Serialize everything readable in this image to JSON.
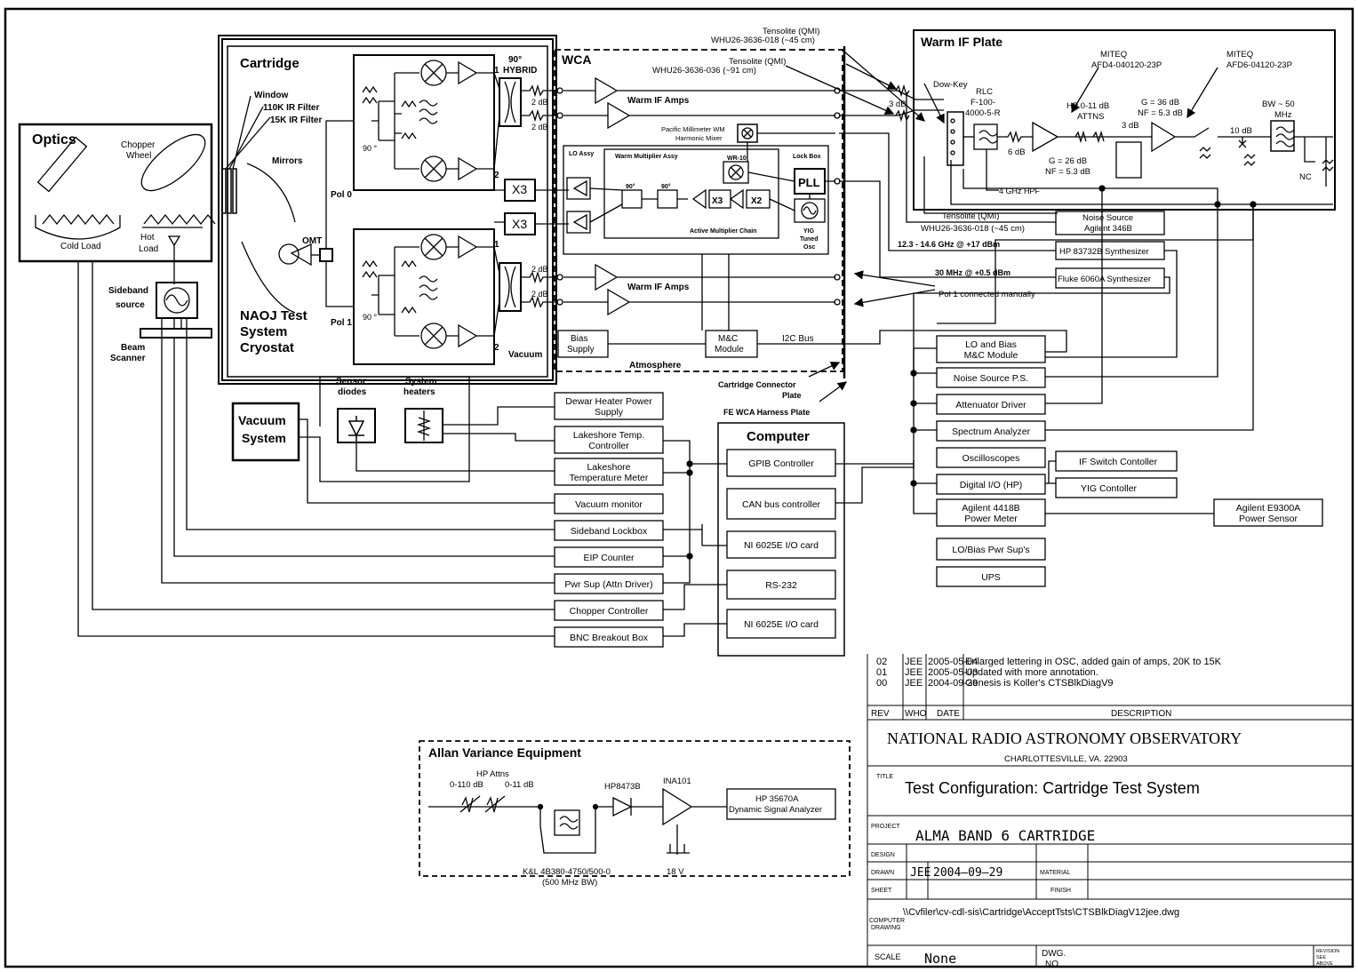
{
  "optics": {
    "title": "Optics",
    "chopper": "Chopper",
    "wheel": "Wheel",
    "cold_load": "Cold Load",
    "hot": "Hot",
    "load": "Load"
  },
  "sideband": {
    "l1": "Sideband",
    "l2": "source",
    "beam": "Beam",
    "scanner": "Scanner"
  },
  "cartridge": {
    "title": "Cartridge",
    "window": "Window",
    "ir110": "110K IR Filter",
    "ir15": "15K IR Filter",
    "mirrors": "Mirrors",
    "pol0": "Pol 0",
    "pol1": "Pol 1",
    "omt": "OMT",
    "deg90": "90 °",
    "naoj1": "NAOJ Test",
    "naoj2": "System",
    "naoj3": "Cryostat",
    "hybrid1": "90°",
    "hybrid2": "HYBRID",
    "vacuum": "Vacuum",
    "db2": "2 dB",
    "one": "1",
    "two": "2"
  },
  "wca": {
    "title": "WCA",
    "warm_if_amps": "Warm IF Amps",
    "pm1": "Pacific Millimeter WM",
    "pm2": "Harmonic Mixer",
    "lo_assy": "LO Assy",
    "wm_assy": "Warm Multiplier Assy",
    "wr10": "WR-10",
    "lockbox": "Lock Box",
    "pll": "PLL",
    "x3": "X3",
    "x2": "X2",
    "amc": "Active Multiplier Chain",
    "yig1": "YIG",
    "yig2": "Tuned",
    "yig3": "Osc",
    "deg90": "90°",
    "bias1": "Bias",
    "bias2": "Supply",
    "mc1": "M&C",
    "mc2": "Module",
    "i2c": "I2C Bus",
    "atmosphere": "Atmosphere",
    "cc_plate1": "Cartridge Connector",
    "cc_plate2": "Plate",
    "fe_plate": "FE WCA Harness Plate"
  },
  "cables": {
    "t1a": "Tensolite (QMI)",
    "t1b": "WHU26-3636-018 (~45 cm)",
    "t2a": "Tensolite (QMI)",
    "t2b": "WHU26-3636-036 (~91 cm)",
    "t3a": "Tensolite (QMI)",
    "t3b": "WHU26-3636-018 (~45 cm)",
    "f1": "12.3 - 14.6 GHz @ +17 dBm",
    "f2": "30 MHz @ +0.5 dBm",
    "pol1_manual": "Pol 1 connected manually"
  },
  "warm_if": {
    "title": "Warm IF Plate",
    "dowkey": "Dow-Key",
    "rlc1": "RLC",
    "rlc2": "F-100-",
    "rlc3": "4000-5-R",
    "db3": "3 dB",
    "db6": "6 dB",
    "hpf": "4 GHz HPF",
    "attns1": "HP 0-11 dB",
    "attns2": "ATTNS",
    "db3b": "3 dB",
    "miteq1a": "MITEQ",
    "miteq1b": "AFD4-040120-23P",
    "miteq2a": "MITEQ",
    "miteq2b": "AFD6-04120-23P",
    "g26": "G = 26 dB",
    "nf1": "NF = 5.3 dB",
    "g36": "G = 36 dB",
    "nf2": "NF = 5.3 dB",
    "bw1": "BW ~ 50",
    "bw2": "MHz",
    "db10": "10 dB",
    "nc": "NC",
    "noise1": "Noise Source",
    "noise2": "Agilent 346B",
    "hp_synth": "HP 83732B Synthesizer",
    "fluke": "Fluke 6060A Synthesizer"
  },
  "right_boxes": [
    "LO and Bias|M&C Module",
    "Noise Source P.S.",
    "Attenuator Driver",
    "Spectrum Analyzer",
    "Oscilloscopes",
    "Digital I/O (HP)",
    "Agilent 4418B|Power Meter",
    "LO/Bias Pwr Sup's",
    "UPS"
  ],
  "if_switch": "IF Switch Contoller",
  "yig_ctl": "YIG Contoller",
  "e9300": "Agilent E9300A|Power Sensor",
  "left_boxes": [
    "Dewar Heater Power|Supply",
    "Lakeshore Temp.|Controller",
    "Lakeshore|Temperature Meter",
    "Vacuum monitor",
    "Sideband Lockbox",
    "EIP Counter",
    "Pwr Sup (Attn Driver)",
    "Chopper Controller",
    "BNC Breakout Box"
  ],
  "vacuum_system": {
    "l1": "Vacuum",
    "l2": "System"
  },
  "sensor": {
    "l1": "Sensor",
    "l2": "diodes"
  },
  "heaters": {
    "l1": "System",
    "l2": "heaters"
  },
  "computer": {
    "title": "Computer",
    "items": [
      "GPIB Controller",
      "CAN bus controller",
      "NI 6025E I/O card",
      "RS-232",
      "NI 6025E I/O card"
    ]
  },
  "allan": {
    "title": "Allan Variance Equipment",
    "hp_attns": "HP Attns",
    "a1": "0-110 dB",
    "a2": "0-11 dB",
    "hp8473b": "HP8473B",
    "ina101": "INA101",
    "hp35670a_1": "HP 35670A",
    "hp35670a_2": "Dynamic Signal Analyzer",
    "kl1": "K&L 4B380-4750/500-0",
    "kl2": "(500 MHz BW)",
    "v18": "18 V"
  },
  "revisions": [
    {
      "rev": "02",
      "who": "JEE",
      "date": "2005-05-04",
      "desc": "Enlarged lettering in OSC, added gain of amps, 20K to 15K"
    },
    {
      "rev": "01",
      "who": "JEE",
      "date": "2005-05-03",
      "desc": "Updated with more annotation."
    },
    {
      "rev": "00",
      "who": "JEE",
      "date": "2004-09-29",
      "desc": "Genesis is Koller's CTSBlkDiagV9"
    }
  ],
  "rev_headers": {
    "rev": "REV",
    "who": "WHO",
    "date": "DATE",
    "desc": "DESCRIPTION"
  },
  "title_block": {
    "org": "NATIONAL RADIO ASTRONOMY OBSERVATORY",
    "city": "CHARLOTTESVILLE, VA.  22903",
    "title_label": "TITLE",
    "title": "Test Configuration: Cartridge Test System",
    "project_label": "PROJECT",
    "project": "ALMA BAND 6 CARTRIDGE",
    "design": "DESIGN",
    "drawn": "DRAWN",
    "drawn_by": "JEE",
    "drawn_date": "2004–09–29",
    "material": "MATERIAL",
    "sheet": "SHEET",
    "finish": "FINISH",
    "computer_l1": "COMPUTER",
    "computer_l2": "DRAWING",
    "path": "\\\\Cvfiler\\cv-cdl-sis\\Cartridge\\AcceptTsts\\CTSBlkDiagV12jee.dwg",
    "scale_label": "SCALE",
    "scale": "None",
    "dwg1": "DWG.",
    "dwg2": "NO.",
    "rev1": "REVISION",
    "rev2": "SEE",
    "rev3": "ABOVE"
  }
}
